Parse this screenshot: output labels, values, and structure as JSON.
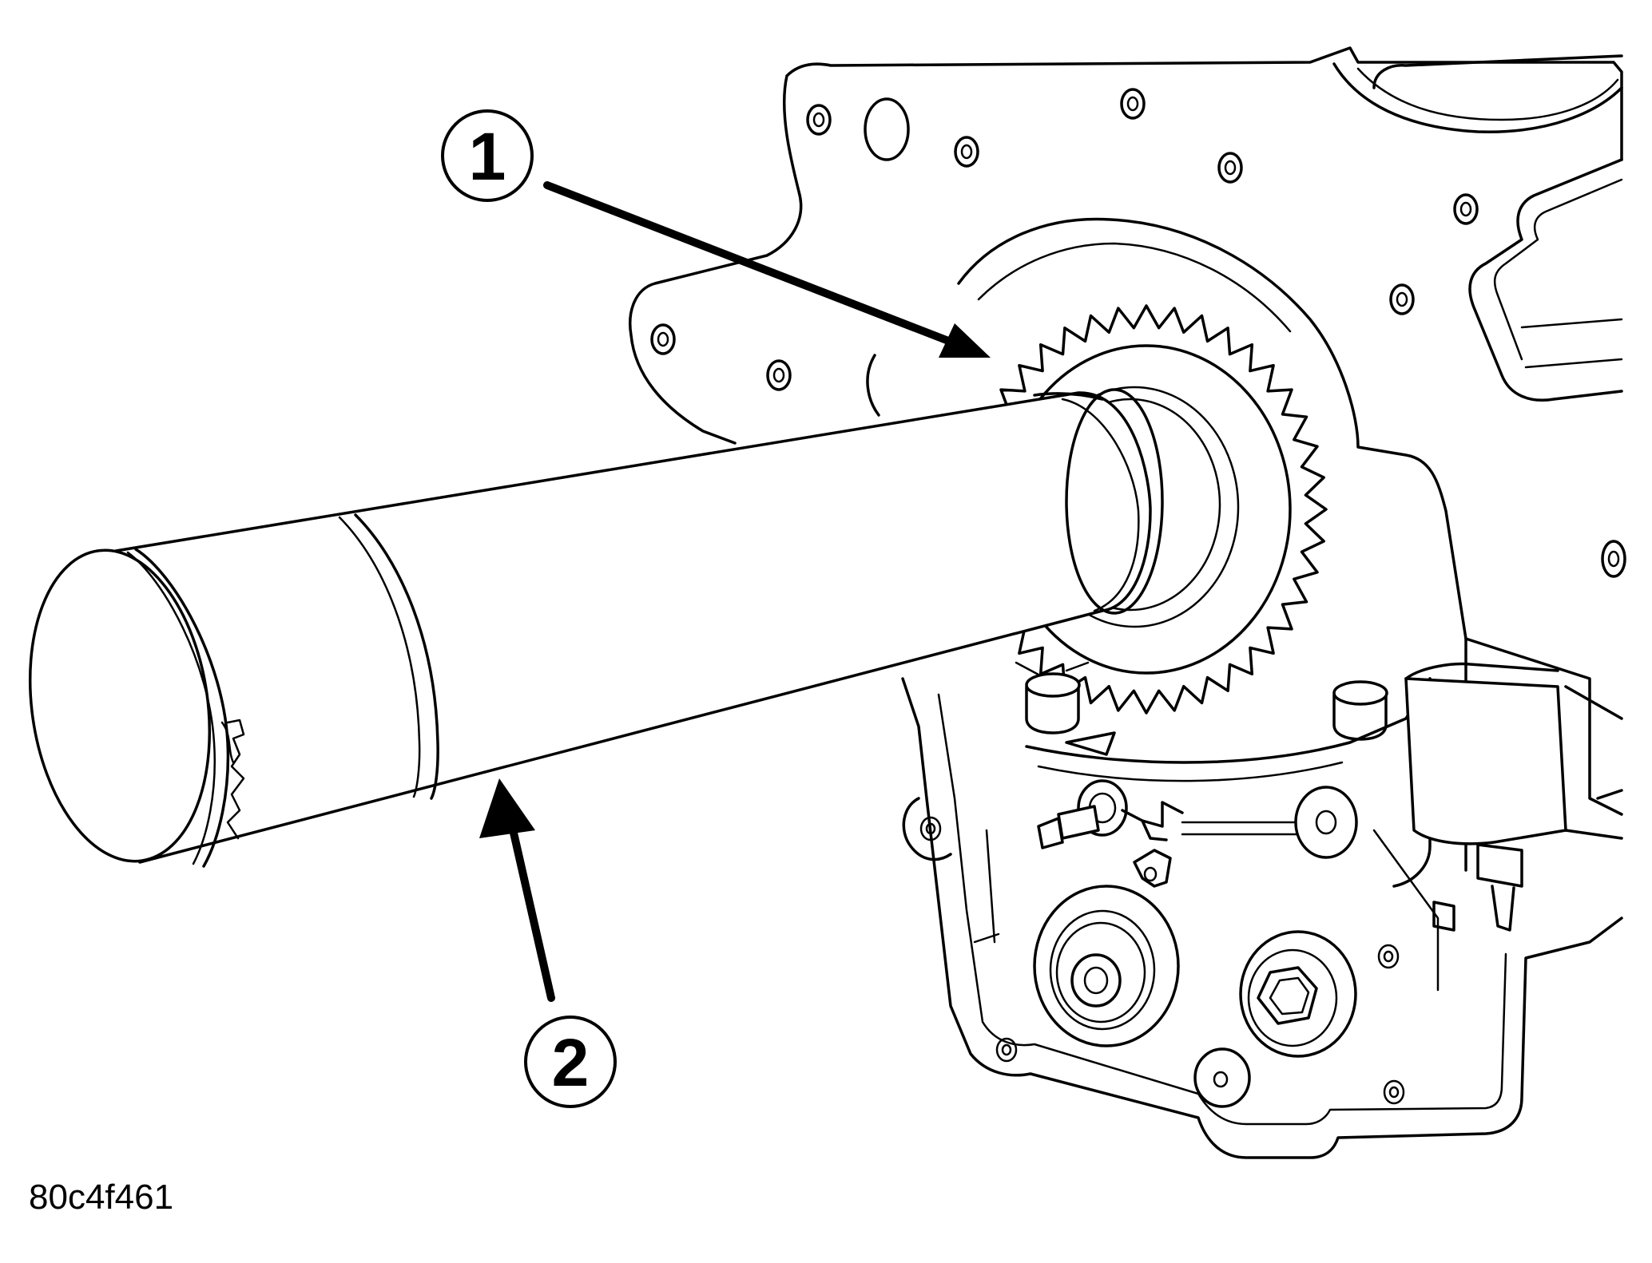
{
  "figure": {
    "id_label": "80c4f461"
  },
  "callouts": [
    {
      "number": "1"
    },
    {
      "number": "2"
    }
  ],
  "colors": {
    "ink": "#000000",
    "background": "#ffffff"
  }
}
